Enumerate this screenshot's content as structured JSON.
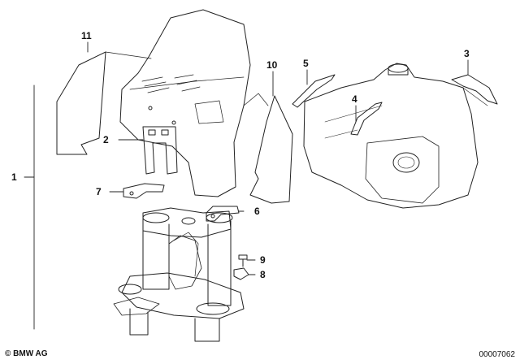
{
  "callouts": {
    "c1": "1",
    "c2": "2",
    "c3": "3",
    "c4": "4",
    "c5": "5",
    "c6": "6",
    "c7": "7",
    "c8": "8",
    "c9": "9",
    "c10": "10",
    "c11": "11"
  },
  "footer": {
    "copyright": "© BMW AG",
    "doc_number": "00007062"
  }
}
